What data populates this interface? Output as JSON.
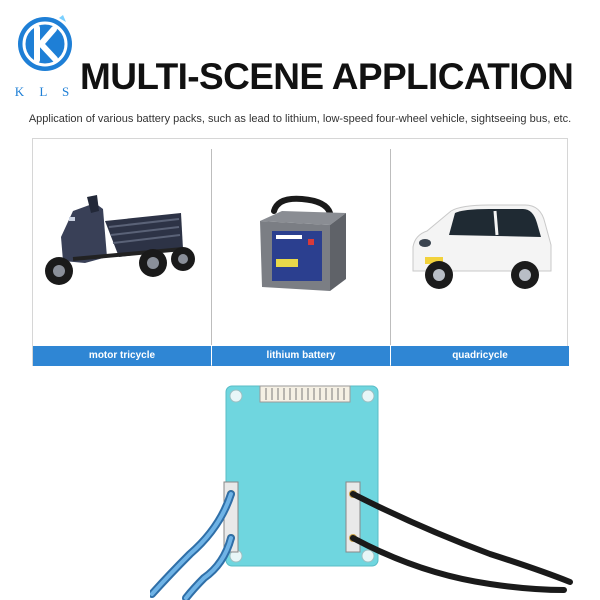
{
  "brand": {
    "letters": "K L S",
    "accent": "#1e7fd6",
    "icon": "kls-logo-icon"
  },
  "header": {
    "title": "MULTI-SCENE APPLICATION",
    "subtitle": "Application of various battery packs, such as lead to lithium, low-speed four-wheel vehicle, sightseeing bus, etc."
  },
  "scenes": [
    {
      "label": "motor tricycle",
      "image": "motor-tricycle-image"
    },
    {
      "label": "lithium battery",
      "image": "lithium-battery-image"
    },
    {
      "label": "quadricycle",
      "image": "quadricycle-image"
    }
  ],
  "colors": {
    "label_bar": "#2f86d4",
    "board": "#6fd6df"
  },
  "product": {
    "image": "bms-board-image"
  }
}
